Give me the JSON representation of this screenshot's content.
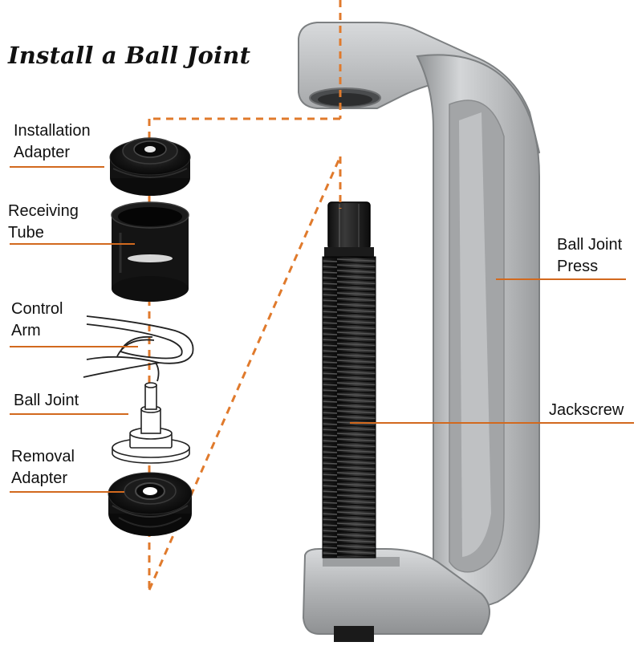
{
  "title": "Install a Ball Joint",
  "colors": {
    "leader_line": "#d2691e",
    "guide_dashes": "#e07a2c",
    "part_black": "#161616",
    "press_silver": "#b4b6b8"
  },
  "labels": {
    "installation_adapter": [
      "Installation",
      "Adapter"
    ],
    "receiving_tube": [
      "Receiving",
      "Tube"
    ],
    "control_arm": [
      "Control",
      "Arm"
    ],
    "ball_joint": [
      "Ball Joint"
    ],
    "removal_adapter": [
      "Removal",
      "Adapter"
    ],
    "ball_joint_press": [
      "Ball Joint",
      "Press"
    ],
    "jackscrew": [
      "Jackscrew"
    ]
  }
}
